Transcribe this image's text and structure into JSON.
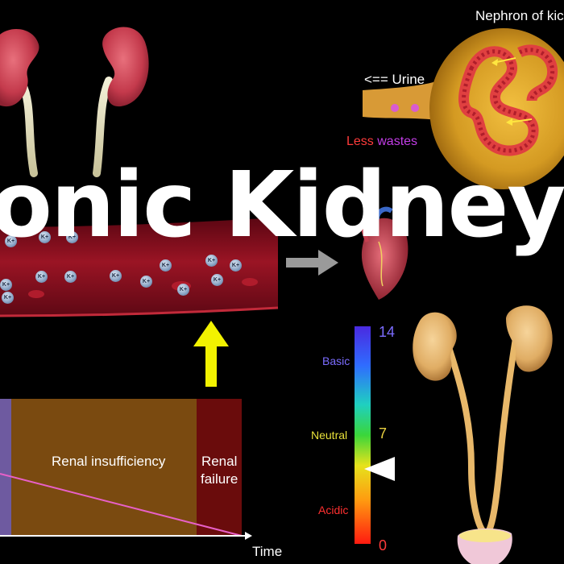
{
  "title": "onic Kidney Dis",
  "nephron": {
    "title": "Nephron of kic",
    "urine_label": "<== Urine",
    "wastes_label_part1": "Less",
    "wastes_label_part2": "wastes"
  },
  "blood_vessel": {
    "ion_label": "K+",
    "arrow_color": "#9a9a9a"
  },
  "progression": {
    "insufficiency_label": "Renal insufficiency",
    "failure_label_line1": "Renal",
    "failure_label_line2": "failure",
    "time_label": "Time",
    "arrow_color": "#f2f200"
  },
  "ph_scale": {
    "basic_label": "Basic",
    "neutral_label": "Neutral",
    "acidic_label": "Acidic",
    "top_value": "14",
    "mid_value": "7",
    "bottom_value": "0",
    "indicator_value": 5
  },
  "colors": {
    "kidney": "#d44a5c",
    "bladder_kidney": "#e8b86a",
    "vessel": "#8a0f1e",
    "insufficiency_bg": "#7a4a10",
    "failure_bg": "#6a0c0c"
  }
}
